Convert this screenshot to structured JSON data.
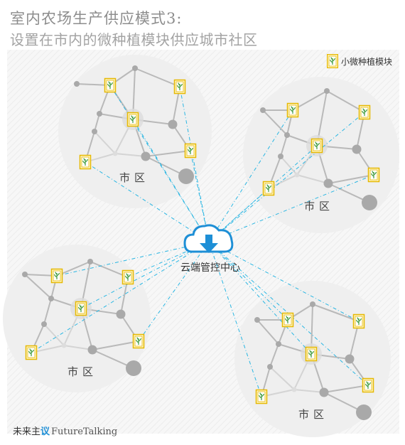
{
  "header": {
    "title": "室内农场生产供应模式3:",
    "subtitle": "设置在市内的微种植模块供应城市社区"
  },
  "legend": {
    "label": "小微种植模块"
  },
  "center": {
    "label": "云端管控中心",
    "icon": "cloud-download-icon"
  },
  "districts": [
    {
      "label": "市区"
    },
    {
      "label": "市区"
    },
    {
      "label": "市区"
    },
    {
      "label": "市区"
    }
  ],
  "footer": {
    "brand_cn_a": "未来主",
    "brand_cn_b": "议",
    "brand_en": "FutureTalking"
  },
  "colors": {
    "accent": "#1e8fd6",
    "link": "#29b6e3",
    "module_border": "#e6b800",
    "module_fill": "#fff7cf",
    "plant": "#3c9a3c",
    "network_line": "#b9b9b9",
    "node": "#a9a9a9",
    "cluster_bg": "#efefef"
  }
}
